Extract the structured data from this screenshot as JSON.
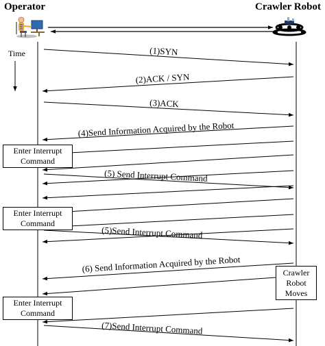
{
  "headers": {
    "operator": "Operator",
    "robot": "Crawler Robot"
  },
  "time_label": "Time",
  "messages": [
    {
      "label": "(1)SYN",
      "direction": "to-robot"
    },
    {
      "label": "(2)ACK / SYN",
      "direction": "to-operator"
    },
    {
      "label": "(3)ACK",
      "direction": "to-robot"
    },
    {
      "label": "(4)Send Information Acquired by the Robot",
      "direction": "to-operator"
    },
    {
      "label": "(5) Send Interrupt Command",
      "direction": "to-robot"
    },
    {
      "label": "(5)Send Interrupt Command",
      "direction": "to-robot"
    },
    {
      "label": "(6) Send Information Acquired by the Robot",
      "direction": "to-operator"
    },
    {
      "label": "(7)Send Interrupt Command",
      "direction": "to-robot"
    }
  ],
  "boxes": {
    "interrupt_1": [
      "Enter Interrupt",
      "Command"
    ],
    "interrupt_2": [
      "Enter Interrupt",
      "Command"
    ],
    "interrupt_3": [
      "Enter Interrupt",
      "Command"
    ],
    "robot_moves": [
      "Crawler",
      "Robot",
      "Moves"
    ]
  },
  "icons": {
    "operator": "operator-at-computer-icon",
    "robot": "crawler-robot-icon"
  }
}
